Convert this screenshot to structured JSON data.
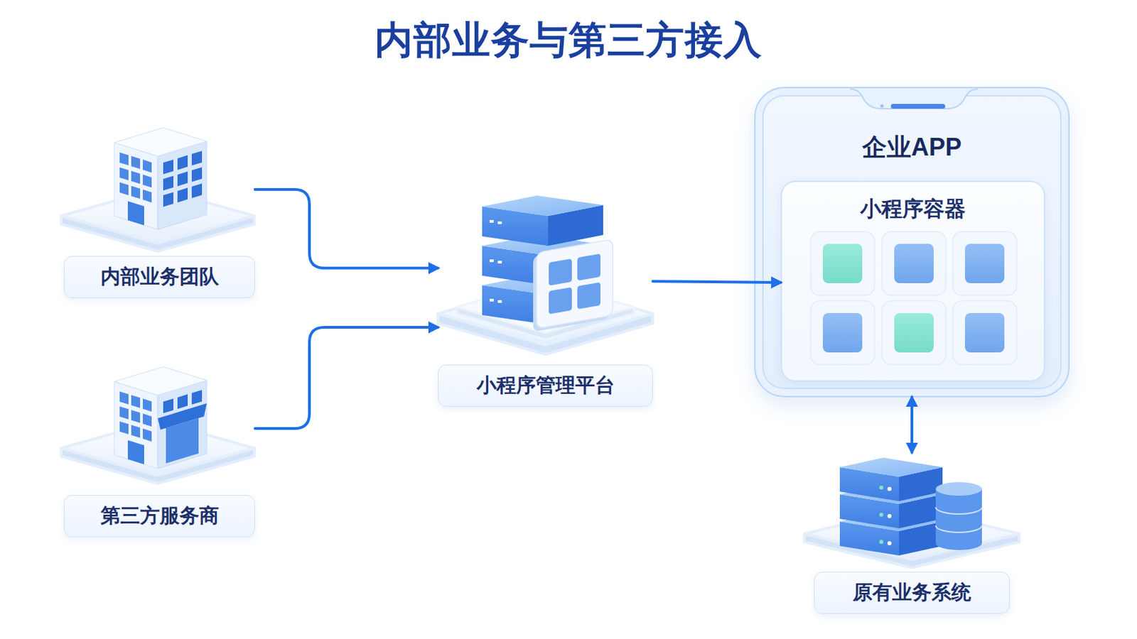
{
  "diagram": {
    "title": "内部业务与第三方接入",
    "nodes": [
      {
        "text": [
          "内部业务团队"
        ]
      },
      {
        "text": [
          "第三方服务商"
        ]
      },
      {
        "text": [
          "小程序管理平台"
        ]
      },
      {
        "text": [
          "企业APP"
        ]
      },
      {
        "text": [
          "小程序容器"
        ],
        "in": 3
      },
      {
        "text": [
          "原有业务系统"
        ]
      }
    ],
    "edges": [
      {
        "from": 0,
        "to": 2,
        "arrow": "to"
      },
      {
        "from": 1,
        "to": 2,
        "arrow": "to"
      },
      {
        "from": 2,
        "to": 4,
        "arrow": "to"
      },
      {
        "from": 3,
        "to": 5,
        "arrow": "both"
      }
    ]
  }
}
